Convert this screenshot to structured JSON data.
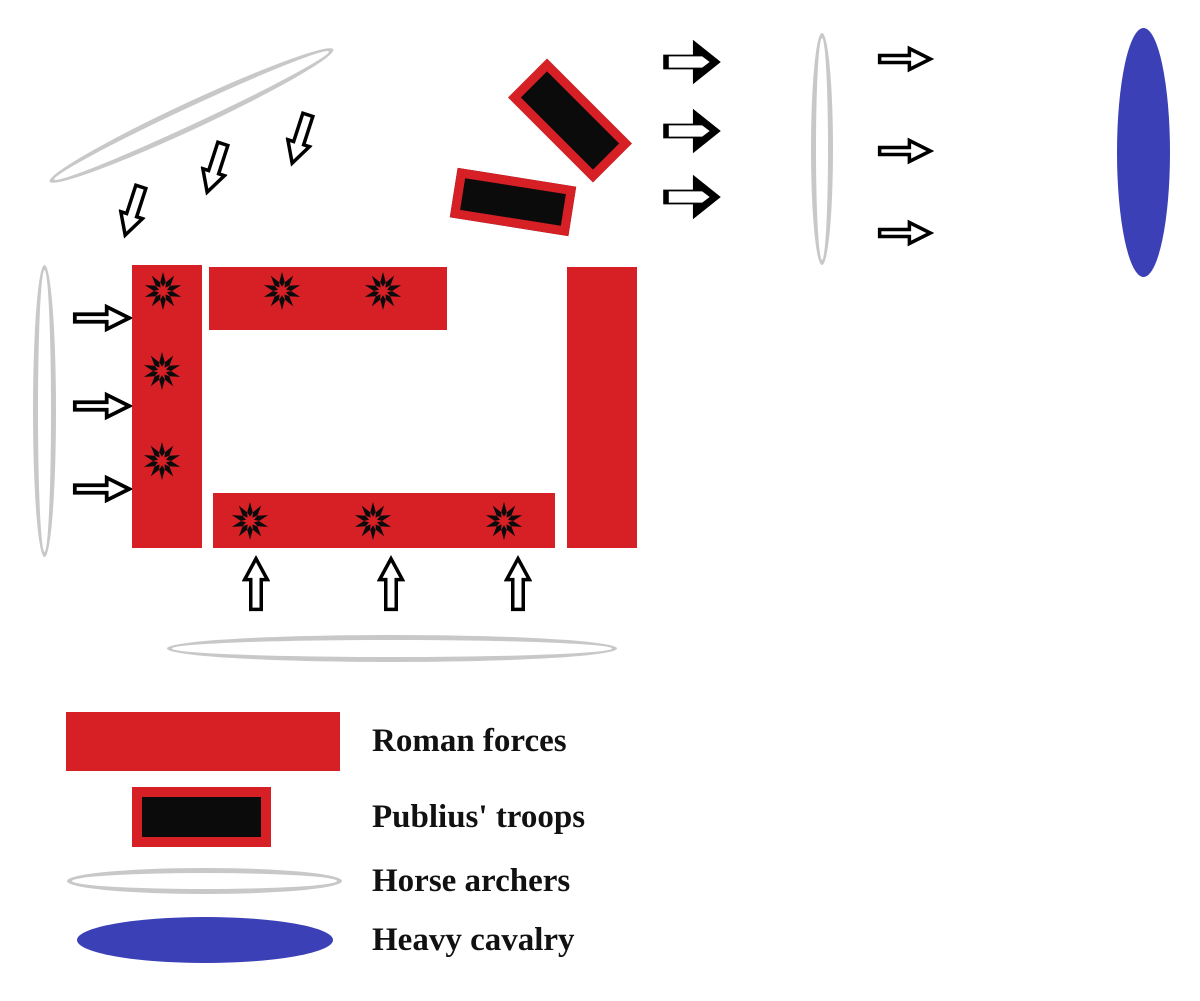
{
  "colors": {
    "roman_red": "#D71F26",
    "publius_black": "#0b0b0b",
    "horse_archer_gray": "#C8C8C8",
    "heavy_cavalry_blue": "#3C40B6",
    "arrow_black": "#000000"
  },
  "legend": {
    "items": [
      {
        "id": "roman-forces",
        "label": "Roman forces",
        "symbol": "red-rectangle"
      },
      {
        "id": "publius-troops",
        "label": "Publius' troops",
        "symbol": "black-rectangle-red-border"
      },
      {
        "id": "horse-archers",
        "label": "Horse archers",
        "symbol": "gray-outline-ellipse"
      },
      {
        "id": "heavy-cavalry",
        "label": "Heavy cavalry",
        "symbol": "blue-filled-ellipse"
      }
    ]
  },
  "diagram": {
    "roman_square_sides": 4,
    "clash_bursts": 8,
    "publius_units": 2,
    "horse_archer_groups": 4,
    "heavy_cavalry_groups": 1,
    "arrow_groups": [
      {
        "name": "horse-archer-attack-top-left",
        "count": 3,
        "style": "outline",
        "direction": "down-left"
      },
      {
        "name": "horse-archer-attack-left",
        "count": 3,
        "style": "outline",
        "direction": "right"
      },
      {
        "name": "horse-archer-attack-bottom",
        "count": 3,
        "style": "outline",
        "direction": "up"
      },
      {
        "name": "publius-advance",
        "count": 3,
        "style": "solid",
        "direction": "right"
      },
      {
        "name": "horse-archer-advance-right",
        "count": 3,
        "style": "outline",
        "direction": "right"
      }
    ]
  }
}
